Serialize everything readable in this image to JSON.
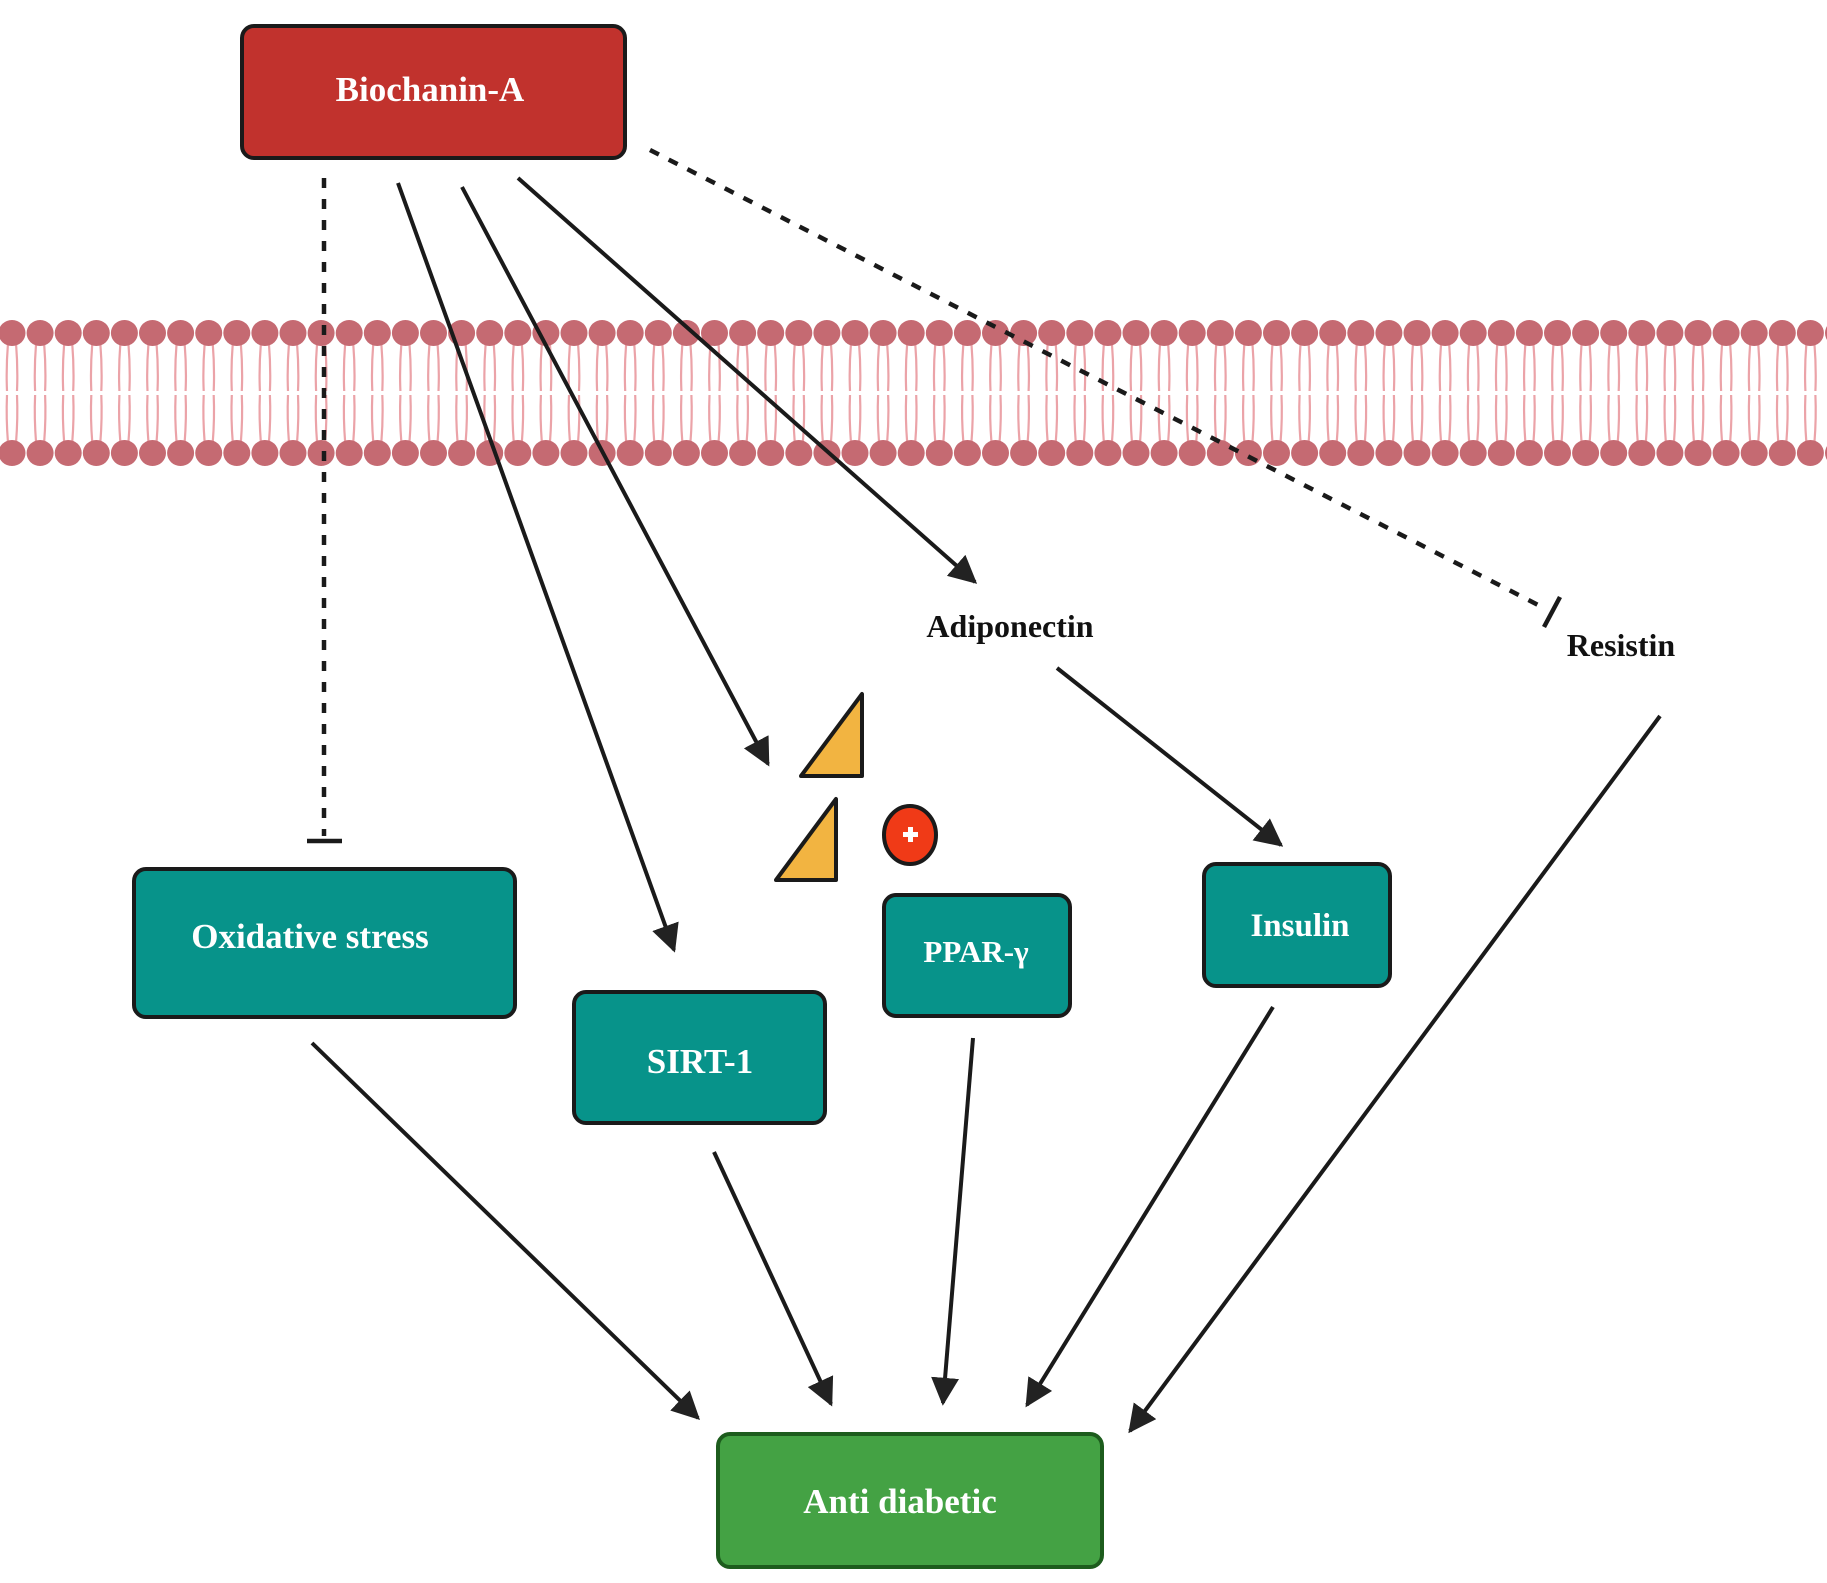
{
  "diagram": {
    "title": "Biochanin-A anti-diabetic mechanism",
    "nodes": {
      "source": {
        "label": "Biochanin-A",
        "color": "#c1322d"
      },
      "oxidative_stress": {
        "label": "Oxidative stress",
        "color": "#07938a"
      },
      "sirt1": {
        "label": "SIRT-1",
        "color": "#07938a"
      },
      "ppar_gamma": {
        "label": "PPAR-γ",
        "color": "#07938a"
      },
      "insulin": {
        "label": "Insulin",
        "color": "#07938a"
      },
      "adiponectin": {
        "label": "Adiponectin"
      },
      "resistin": {
        "label": "Resistin"
      },
      "outcome": {
        "label": "Anti diabetic",
        "color": "#44a244"
      }
    },
    "membrane": {
      "label": "cell-membrane (lipid bilayer)",
      "head_color": "#c56a72",
      "tail_color": "#eba3a8"
    },
    "ppar_activation": {
      "icon": "plus-circle-icon",
      "symbol": "+",
      "color": "#f03a17",
      "ligand_icon": "triangle-ligand-icon",
      "ligand_color": "#f2b441"
    },
    "edges": [
      {
        "from": "Biochanin-A",
        "to": "Oxidative stress",
        "type": "inhibition",
        "style": "dashed"
      },
      {
        "from": "Biochanin-A",
        "to": "SIRT-1",
        "type": "activation",
        "style": "solid"
      },
      {
        "from": "Biochanin-A",
        "to": "PPAR-γ ligand",
        "type": "activation",
        "style": "solid"
      },
      {
        "from": "Biochanin-A",
        "to": "Adiponectin",
        "type": "activation",
        "style": "solid"
      },
      {
        "from": "Biochanin-A",
        "to": "Resistin",
        "type": "inhibition",
        "style": "dashed"
      },
      {
        "from": "Adiponectin",
        "to": "Insulin",
        "type": "activation",
        "style": "solid"
      },
      {
        "from": "Oxidative stress",
        "to": "Anti diabetic",
        "type": "activation",
        "style": "solid"
      },
      {
        "from": "SIRT-1",
        "to": "Anti diabetic",
        "type": "activation",
        "style": "solid"
      },
      {
        "from": "PPAR-γ",
        "to": "Anti diabetic",
        "type": "activation",
        "style": "solid"
      },
      {
        "from": "Insulin",
        "to": "Anti diabetic",
        "type": "activation",
        "style": "solid"
      },
      {
        "from": "Resistin",
        "to": "Anti diabetic",
        "type": "activation",
        "style": "solid"
      }
    ]
  }
}
